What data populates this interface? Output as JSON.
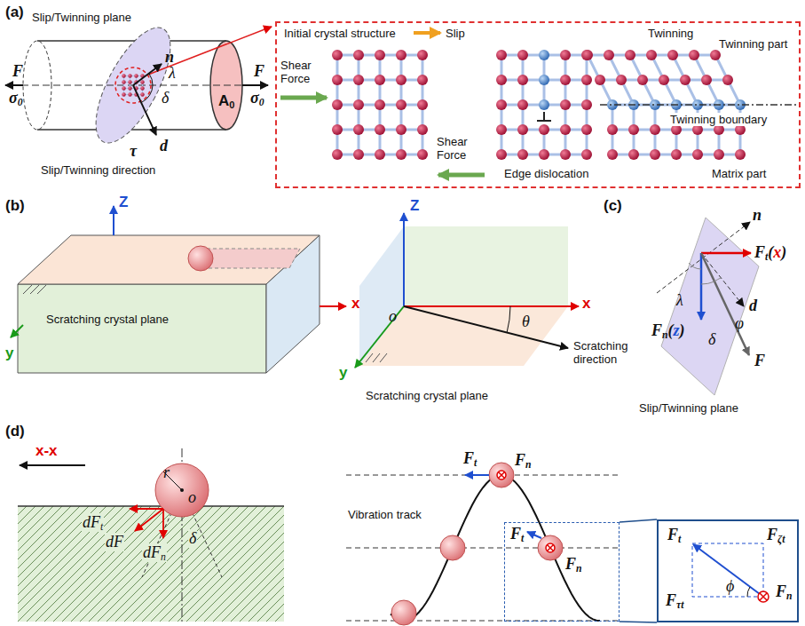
{
  "diagram": {
    "nodes": [
      {
        "text": [
          "Initial crystal structure",
          "Slip",
          "Twinning",
          "Shear Force",
          "Shear Force",
          "Edge dislocation",
          "Twinning part",
          "Twinning boundary",
          "Matrix part"
        ]
      },
      {
        "text": [
          "Ft",
          "Fn"
        ]
      },
      {
        "text": [
          "Ft",
          "Fζt",
          "ϕ",
          "Fτt",
          "Fn"
        ]
      }
    ],
    "edges": [
      {
        "from": 1,
        "to": 2,
        "arrow": "none"
      }
    ],
    "labels": [
      "(a)",
      "Slip/Twinning plane",
      "n",
      "λ",
      "δ",
      "F",
      "σ0",
      "A0",
      "F",
      "σ0",
      "τ",
      "d",
      "Slip/Twinning direction",
      "(b)",
      "Z",
      "x",
      "y",
      "Scratching crystal plane",
      "Z",
      "o",
      "x",
      "θ",
      "Scratching direction",
      "y",
      "Scratching crystal plane",
      "(c)",
      "n",
      "Ft(x)",
      "λ",
      "φ",
      "d",
      "δ",
      "Fn(z)",
      "F",
      "Slip/Twinning plane",
      "(d)",
      "x-x",
      "r",
      "o",
      "dFt",
      "dF",
      "dFn",
      "δ",
      "Vibration track",
      "Ft",
      "Fn"
    ]
  }
}
